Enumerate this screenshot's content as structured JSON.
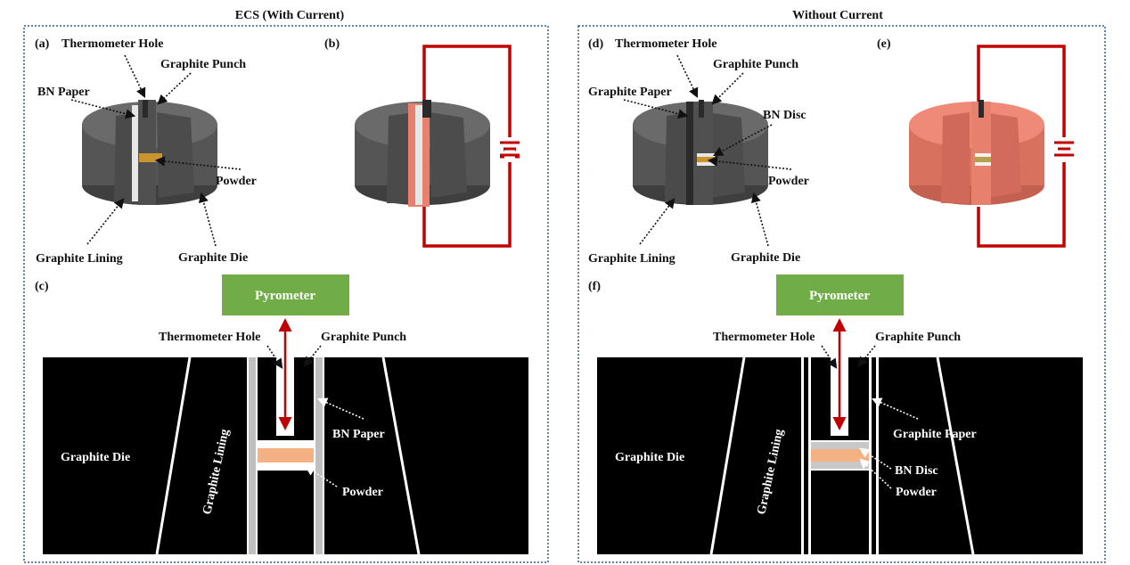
{
  "headers": {
    "left": "ECS (With Current)",
    "right": "Without Current"
  },
  "left": {
    "a": {
      "tag": "(a)",
      "thermometer_hole": "Thermometer Hole",
      "graphite_punch": "Graphite Punch",
      "bn_paper": "BN Paper",
      "powder": "Powder",
      "graphite_lining": "Graphite Lining",
      "graphite_die": "Graphite Die"
    },
    "b": {
      "tag": "(b)"
    },
    "c": {
      "tag": "(c)",
      "pyrometer": "Pyrometer",
      "thermometer_hole": "Thermometer Hole",
      "graphite_punch": "Graphite Punch",
      "bn_paper": "BN Paper",
      "powder": "Powder",
      "graphite_die": "Graphite Die",
      "graphite_lining": "Graphite Lining"
    }
  },
  "right": {
    "d": {
      "tag": "(d)",
      "thermometer_hole": "Thermometer Hole",
      "graphite_punch": "Graphite Punch",
      "graphite_paper": "Graphite Paper",
      "bn_disc": "BN Disc",
      "powder": "Powder",
      "graphite_lining": "Graphite Lining",
      "graphite_die": "Graphite Die"
    },
    "e": {
      "tag": "(e)"
    },
    "f": {
      "tag": "(f)",
      "pyrometer": "Pyrometer",
      "thermometer_hole": "Thermometer Hole",
      "graphite_punch": "Graphite Punch",
      "graphite_paper": "Graphite Paper",
      "bn_disc": "BN Disc",
      "powder": "Powder",
      "graphite_die": "Graphite Die",
      "graphite_lining": "Graphite Lining"
    }
  },
  "colors": {
    "panel_border": "#2e5f8a",
    "graphite": "#5c5c5c",
    "graphite_dark": "#3f3f3f",
    "heated": "#e8806e",
    "circuit": "#c00000",
    "pyrometer": "#70ad47",
    "powder": "#f4b183",
    "bn": "#c8c8c8"
  }
}
